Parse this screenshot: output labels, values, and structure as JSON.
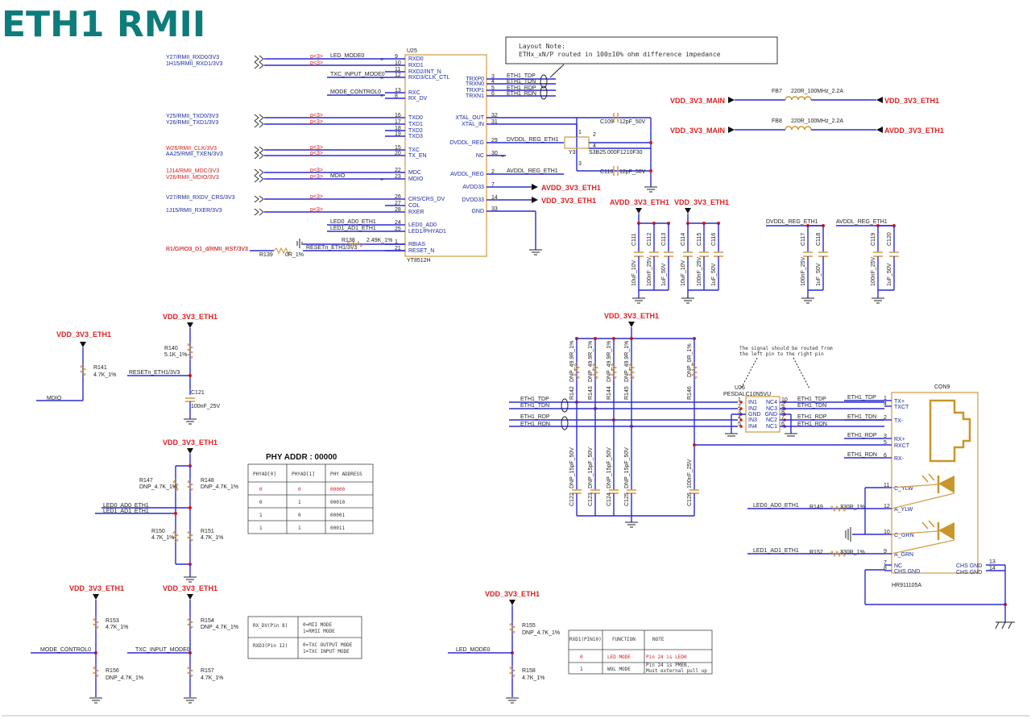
{
  "title": "ETH1 RMII",
  "layout_note": {
    "line1": "Layout Note:",
    "line2": "ETHx_xN/P routed in 100±10% ohm difference impedance"
  },
  "signal_note": {
    "line1": "The signal should be routed from",
    "line2": "the left pin to the right pin"
  },
  "u25": {
    "ref": "U25",
    "part": "YT8512H",
    "left_pins": [
      {
        "num": "9",
        "name": "RXD0"
      },
      {
        "num": "10",
        "name": "RXD1"
      },
      {
        "num": "11",
        "name": "RXD2/INT_N"
      },
      {
        "num": "12",
        "name": "RXD3/CLK_CTL"
      },
      {
        "num": "13",
        "name": "RXC"
      },
      {
        "num": "8",
        "name": "RX_DV"
      },
      {
        "num": "16",
        "name": "TXD0"
      },
      {
        "num": "17",
        "name": "TXD1"
      },
      {
        "num": "18",
        "name": "TXD2"
      },
      {
        "num": "19",
        "name": "TXD3"
      },
      {
        "num": "15",
        "name": "TXC"
      },
      {
        "num": "20",
        "name": "TX_EN"
      },
      {
        "num": "22",
        "name": "MDC"
      },
      {
        "num": "23",
        "name": "MDIO"
      },
      {
        "num": "26",
        "name": "CRS/CRS_DV"
      },
      {
        "num": "27",
        "name": "COL"
      },
      {
        "num": "28",
        "name": "RXER"
      },
      {
        "num": "24",
        "name": "LED0_AD0"
      },
      {
        "num": "25",
        "name": "LED1/PHYAD1"
      },
      {
        "num": "1",
        "name": "RBIAS"
      },
      {
        "num": "21",
        "name": "RESET_N"
      }
    ],
    "right_pins": [
      {
        "num": "3",
        "name": "TRXP0",
        "net": "ETH1_TDP"
      },
      {
        "num": "4",
        "name": "TRXN0",
        "net": "ETH1_TDN"
      },
      {
        "num": "5",
        "name": "TRXP1",
        "net": "ETH1_RDP"
      },
      {
        "num": "6",
        "name": "TRXN1",
        "net": "ETH1_RDN"
      },
      {
        "num": "32",
        "name": "XTAL_OUT",
        "net": ""
      },
      {
        "num": "31",
        "name": "XTAL_IN",
        "net": ""
      },
      {
        "num": "29",
        "name": "DVDDL_REG",
        "net": "DVDDL_REG_ETH1"
      },
      {
        "num": "30",
        "name": "NC",
        "net": ""
      },
      {
        "num": "2",
        "name": "AVDDL_REG",
        "net": "AVDDL_REG_ETH1"
      },
      {
        "num": "7",
        "name": "AVDD33",
        "net": "AVDD_3V3_ETH1"
      },
      {
        "num": "14",
        "name": "DVDD33",
        "net": "VDD_3V3_ETH1"
      },
      {
        "num": "33",
        "name": "GND",
        "net": ""
      }
    ]
  },
  "left_ports": [
    {
      "label": "Y27/RMII_RXD0/3V3",
      "color": "blue",
      "net": "LED_MODE0"
    },
    {
      "label": "1H15/RMII_RXD1/3V3",
      "color": "blue",
      "net": ""
    },
    {
      "label": "",
      "color": "blue",
      "net": "TXC_INPUT_MODE0"
    },
    {
      "label": "",
      "color": "blue",
      "net": "MODE_CONTROL0"
    },
    {
      "label": "Y25/RMII_TXD0/3V3",
      "color": "blue",
      "net": ""
    },
    {
      "label": "Y26/RMII_TXD1/3V3",
      "color": "blue",
      "net": ""
    },
    {
      "label": "W26/RMII_CLK/3V3",
      "color": "red",
      "net": ""
    },
    {
      "label": "AA25/RMII_TXEN/3V3",
      "color": "blue",
      "net": ""
    },
    {
      "label": "1J14/RMII_MDC/3V3",
      "color": "red",
      "net": ""
    },
    {
      "label": "V26/RMII_MDIO/3V3",
      "color": "red",
      "net": "MDIO"
    },
    {
      "label": "V27/RMII_RXDV_CRS/3V3",
      "color": "blue",
      "net": ""
    },
    {
      "label": "1J15/RMII_RXER/3V3",
      "color": "blue",
      "net": ""
    },
    {
      "label": "",
      "color": "blue",
      "net": "LED0_AD0_ETH1"
    },
    {
      "label": "",
      "color": "blue",
      "net": "LED1_AD1_ETH1"
    },
    {
      "label": "R1/GPIO3_D1_d/RMII_RST/3V3",
      "color": "red",
      "net": "RESETn_ETH1/3V3"
    }
  ],
  "port_arrow_text": "p<3>",
  "r138": {
    "ref": "R138",
    "value": "2.49K_1%"
  },
  "r139": {
    "ref": "R139",
    "value": "0R_1%"
  },
  "crystal": {
    "ref": "Y3",
    "part": "S3B25.000F1210F30",
    "pins": [
      "1",
      "2",
      "3",
      "4"
    ],
    "c109": {
      "ref": "C109",
      "value": "12pF_50V"
    },
    "c110": {
      "ref": "C110",
      "value": "12pF_50V"
    }
  },
  "power_nets": {
    "vdd_main": "VDD_3V3_MAIN",
    "vdd_eth": "VDD_3V3_ETH1",
    "avdd_eth": "AVDD_3V3_ETH1",
    "dvddl": "DVDDL_REG_ETH1",
    "avddl": "AVDDL_REG_ETH1"
  },
  "ferrites": [
    {
      "ref": "FB7",
      "value": "220R_100MHz_2.2A",
      "in": "VDD_3V3_MAIN",
      "out": "VDD_3V3_ETH1"
    },
    {
      "ref": "FB8",
      "value": "220R_100MHz_2.2A",
      "in": "VDD_3V3_MAIN",
      "out": "AVDD_3V3_ETH1"
    }
  ],
  "decoupling": [
    {
      "group": "AVDD_3V3_ETH1",
      "caps": [
        {
          "ref": "C111",
          "value": "10uF_10V"
        },
        {
          "ref": "C112",
          "value": "100nF_25V"
        },
        {
          "ref": "C113",
          "value": "1uF_50V"
        }
      ]
    },
    {
      "group": "VDD_3V3_ETH1",
      "caps": [
        {
          "ref": "C114",
          "value": "10uF_10V"
        },
        {
          "ref": "C115",
          "value": "100nF_25V"
        },
        {
          "ref": "C116",
          "value": "1uF_50V"
        }
      ]
    },
    {
      "group": "DVDDL_REG_ETH1",
      "caps": [
        {
          "ref": "C117",
          "value": "100nF_25V"
        },
        {
          "ref": "C118",
          "value": "1uF_50V"
        }
      ]
    },
    {
      "group": "AVDDL_REG_ETH1",
      "caps": [
        {
          "ref": "C119",
          "value": "100nF_25V"
        },
        {
          "ref": "C120",
          "value": "1uF_50V"
        }
      ]
    }
  ],
  "reset_circuit": {
    "r140": {
      "ref": "R140",
      "value": "5.1K_1%"
    },
    "c121": {
      "ref": "C121",
      "value": "100nF_25V"
    },
    "net": "RESETn_ETH1/3V3"
  },
  "mdio_pullup": {
    "ref": "R141",
    "value": "4.7K_1%",
    "net": "MDIO"
  },
  "phy_addr": {
    "title": "PHY ADDR : 00000",
    "headers": [
      "PHYAD[0]",
      "PHYAD[1]",
      "PHY ADDRESS"
    ],
    "rows": [
      [
        "0",
        "0",
        "00000"
      ],
      [
        "0",
        "1",
        "00010"
      ],
      [
        "1",
        "0",
        "00001"
      ],
      [
        "1",
        "1",
        "00011"
      ]
    ],
    "r147": {
      "ref": "R147",
      "value": "DNP_4.7K_1%"
    },
    "r148": {
      "ref": "R148",
      "value": "DNP_4.7K_1%"
    },
    "r150": {
      "ref": "R150",
      "value": "4.7K_1%"
    },
    "r151": {
      "ref": "R151",
      "value": "4.7K_1%"
    },
    "net0": "LED0_AD0_ETH1",
    "net1": "LED1_AD1_ETH1"
  },
  "mode_config": {
    "r153": {
      "ref": "R153",
      "value": "4.7K_1%"
    },
    "r156": {
      "ref": "R156",
      "value": "DNP_4.7K_1%"
    },
    "r154": {
      "ref": "R154",
      "value": "DNP_4.7K_1%"
    },
    "r157": {
      "ref": "R157",
      "value": "4.7K_1%"
    },
    "net_mode": "MODE_CONTROL0",
    "net_txc": "TXC_INPUT_MODE0",
    "table": [
      [
        "RX_DV(Pin 8)",
        "0=MII MODE",
        "1=RMII MODE"
      ],
      [
        "RXD3(Pin 12)",
        "0=TXC OUTPUT MODE",
        "1=TXC INPUT MODE"
      ]
    ]
  },
  "led_mode": {
    "r155": {
      "ref": "R155",
      "value": "DNP_4.7K_1%"
    },
    "r158": {
      "ref": "R158",
      "value": "4.7K_1%"
    },
    "net": "LED_MODE0",
    "headers": [
      "RXD1(PIN10)",
      "FUNCTION",
      "NOTE"
    ],
    "rows": [
      [
        "0",
        "LED MODE",
        "Pin 24 is LED0",
        ""
      ],
      [
        "1",
        "WOL MODE",
        "Pin 24 is PMEB,",
        "Must external pull up"
      ]
    ]
  },
  "termination": {
    "resistors": [
      {
        "ref": "R142",
        "value": "DNP_49.9R_1%"
      },
      {
        "ref": "R143",
        "value": "DNP_49.9R_1%"
      },
      {
        "ref": "R144",
        "value": "DNP_49.9R_1%"
      },
      {
        "ref": "R145",
        "value": "DNP_49.9R_1%"
      },
      {
        "ref": "R146",
        "value": "DNP_0R_1%"
      }
    ],
    "caps": [
      {
        "ref": "C122",
        "value": "DNP_15pF_50V"
      },
      {
        "ref": "C123",
        "value": "DNP_15pF_50V"
      },
      {
        "ref": "C124",
        "value": "DNP_15pF_50V"
      },
      {
        "ref": "C125",
        "value": "DNP_15pF_50V"
      },
      {
        "ref": "C126",
        "value": "100nF_25V"
      }
    ],
    "nets": [
      "ETH1_TDP",
      "ETH1_TDN",
      "ETH1_RDP",
      "ETH1_RDN"
    ]
  },
  "u26": {
    "ref": "U26",
    "part": "PESDALC10N5VU",
    "pins_left": [
      {
        "num": "1",
        "name": "IN1"
      },
      {
        "num": "2",
        "name": "IN2"
      },
      {
        "num": "3",
        "name": "GND"
      },
      {
        "num": "4",
        "name": "IN3"
      },
      {
        "num": "5",
        "name": "IN4"
      }
    ],
    "pins_right": [
      {
        "num": "10",
        "name": "NC4"
      },
      {
        "num": "9",
        "name": "NC3"
      },
      {
        "num": "8",
        "name": "GND"
      },
      {
        "num": "7",
        "name": "NC2"
      },
      {
        "num": "6",
        "name": "NC1"
      }
    ],
    "nets_right": [
      "ETH1_TDP",
      "ETH1_TDN",
      "",
      "ETH1_RDP",
      "ETH1_RDN"
    ]
  },
  "con9": {
    "ref": "CON9",
    "part": "HR911105A",
    "pins": [
      {
        "num": "1",
        "name": "TX+",
        "net": "ETH1_TDP"
      },
      {
        "num": "4",
        "name": "TXCT",
        "net": ""
      },
      {
        "num": "2",
        "name": "TX-",
        "net": "ETH1_TDN"
      },
      {
        "num": "3",
        "name": "RX+",
        "net": "ETH1_RDP"
      },
      {
        "num": "5",
        "name": "RXCT",
        "net": ""
      },
      {
        "num": "6",
        "name": "RX-",
        "net": "ETH1_RDN"
      },
      {
        "num": "11",
        "name": "C_YLW",
        "net": ""
      },
      {
        "num": "12",
        "name": "A_YLW",
        "net": "LED0_AD0_ETH1"
      },
      {
        "num": "10",
        "name": "C_GRN",
        "net": ""
      },
      {
        "num": "9",
        "name": "A_GRN",
        "net": "LED1_AD1_ETH1"
      },
      {
        "num": "7",
        "name": "NC",
        "net": ""
      },
      {
        "num": "8",
        "name": "CHS GND",
        "net": ""
      },
      {
        "num": "13",
        "name": "CHS GND",
        "net": ""
      },
      {
        "num": "14",
        "name": "CHS GND",
        "net": ""
      }
    ],
    "r149": {
      "ref": "R149",
      "value": "330R_1%"
    },
    "r152": {
      "ref": "R152",
      "value": "330R_1%"
    }
  }
}
